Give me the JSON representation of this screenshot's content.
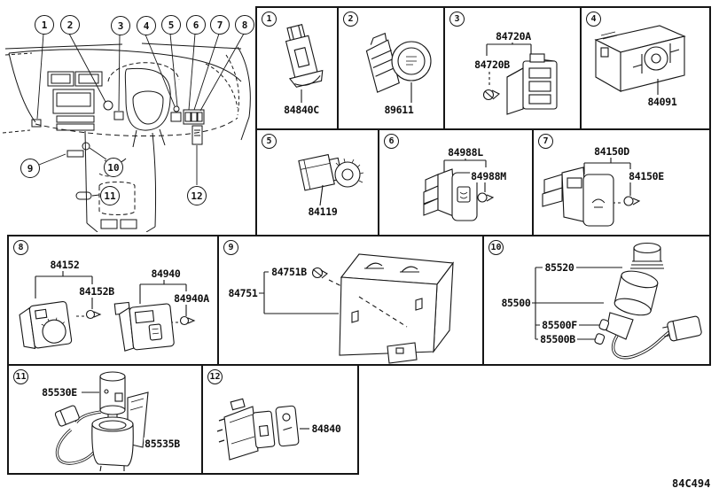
{
  "doc": {
    "code": "84C494"
  },
  "colors": {
    "ink": "#161616",
    "bg": "#ffffff"
  },
  "dash": {
    "callouts": [
      "1",
      "2",
      "3",
      "4",
      "5",
      "6",
      "7",
      "8",
      "9",
      "10",
      "11",
      "12"
    ]
  },
  "cells": [
    {
      "num": "1",
      "parts": [
        {
          "label": "84840C"
        }
      ]
    },
    {
      "num": "2",
      "parts": [
        {
          "label": "89611"
        }
      ]
    },
    {
      "num": "3",
      "parts": [
        {
          "label": "84720A"
        },
        {
          "label": "84720B"
        }
      ]
    },
    {
      "num": "4",
      "parts": [
        {
          "label": "84091"
        }
      ]
    },
    {
      "num": "5",
      "parts": [
        {
          "label": "84119"
        }
      ]
    },
    {
      "num": "6",
      "parts": [
        {
          "label": "84988L"
        },
        {
          "label": "84988M"
        }
      ]
    },
    {
      "num": "7",
      "parts": [
        {
          "label": "84150D"
        },
        {
          "label": "84150E"
        }
      ]
    },
    {
      "num": "8",
      "parts": [
        {
          "label": "84152"
        },
        {
          "label": "84152B"
        },
        {
          "label": "84940"
        },
        {
          "label": "84940A"
        }
      ]
    },
    {
      "num": "9",
      "parts": [
        {
          "label": "84751B"
        },
        {
          "label": "84751"
        }
      ]
    },
    {
      "num": "10",
      "parts": [
        {
          "label": "85520"
        },
        {
          "label": "85500"
        },
        {
          "label": "85500F"
        },
        {
          "label": "85500B"
        }
      ]
    },
    {
      "num": "11",
      "parts": [
        {
          "label": "85530E"
        },
        {
          "label": "85535B"
        }
      ]
    },
    {
      "num": "12",
      "parts": [
        {
          "label": "84840"
        }
      ]
    }
  ]
}
